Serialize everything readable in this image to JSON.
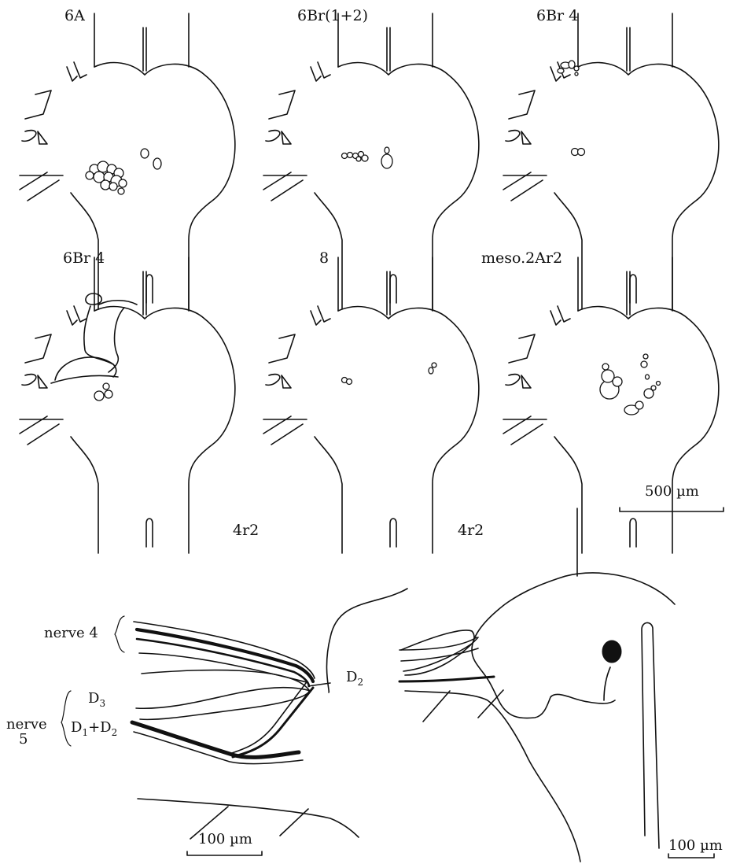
{
  "panels": [
    {
      "label": "6A"
    },
    {
      "label": "6Br(1+2)"
    },
    {
      "label": "6Br 4"
    },
    {
      "label": "6Br 4"
    },
    {
      "label": "8"
    },
    {
      "label": "meso.2Ar2"
    }
  ],
  "scale_bars": {
    "top": "500 µm",
    "bottom_left": "100 µm",
    "bottom_right": "100 µm"
  },
  "detail_panels": {
    "left": {
      "label": "4r2",
      "nerve4": "nerve 4",
      "nerve5_a": "nerve",
      "nerve5_b": "5",
      "d3": "D",
      "d3_sub": "3",
      "d12_a": "D",
      "d12_a_sub": "1",
      "d12_plus": "+D",
      "d12_b_sub": "2"
    },
    "right": {
      "label": "4r2",
      "d2": "D",
      "d2_sub": "2"
    }
  }
}
